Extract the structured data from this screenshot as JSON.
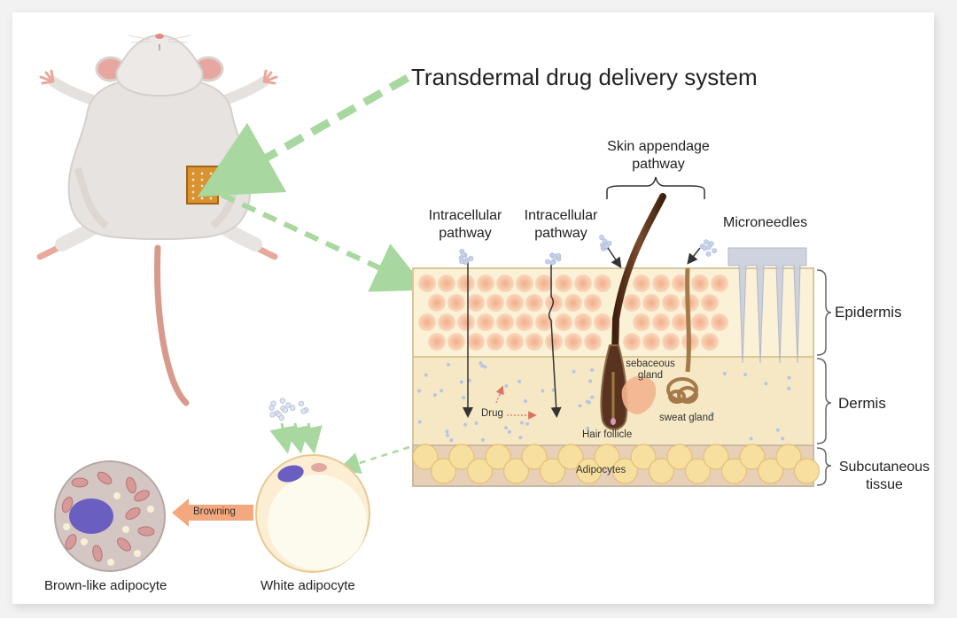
{
  "title": "Transdermal drug delivery system",
  "pathways": {
    "intracellular_1": "Intracellular\npathway",
    "intracellular_2": "Intracellular\npathway",
    "skin_appendage": "Skin appendage\npathway",
    "microneedles": "Microneedles"
  },
  "layers": {
    "epidermis": "Epidermis",
    "dermis": "Dermis",
    "subcutaneous": "Subcutaneous\ntissue"
  },
  "structures": {
    "drug": "Drug",
    "hair_follicle": "Hair follicle",
    "sebaceous_gland": "sebaceous\ngland",
    "sweat_gland": "sweat gland",
    "adipocytes": "Adipocytes"
  },
  "cells": {
    "browning": "Browning",
    "brown_like": "Brown-like adipocyte",
    "white": "White adipocyte"
  },
  "colors": {
    "arrow_green": "#a8d8a0",
    "epidermis_bg": "#fbf1d6",
    "dermis_bg": "#f6e8c4",
    "cell_orange": "#f4b896",
    "drug_dot": "#b7c4e2",
    "hair": "#5a3320",
    "adipocyte": "#f7dfa0",
    "nucleus": "#6a5fc1",
    "brown_cell": "#d3c6c3",
    "browning_arrow": "#f3a97d"
  }
}
